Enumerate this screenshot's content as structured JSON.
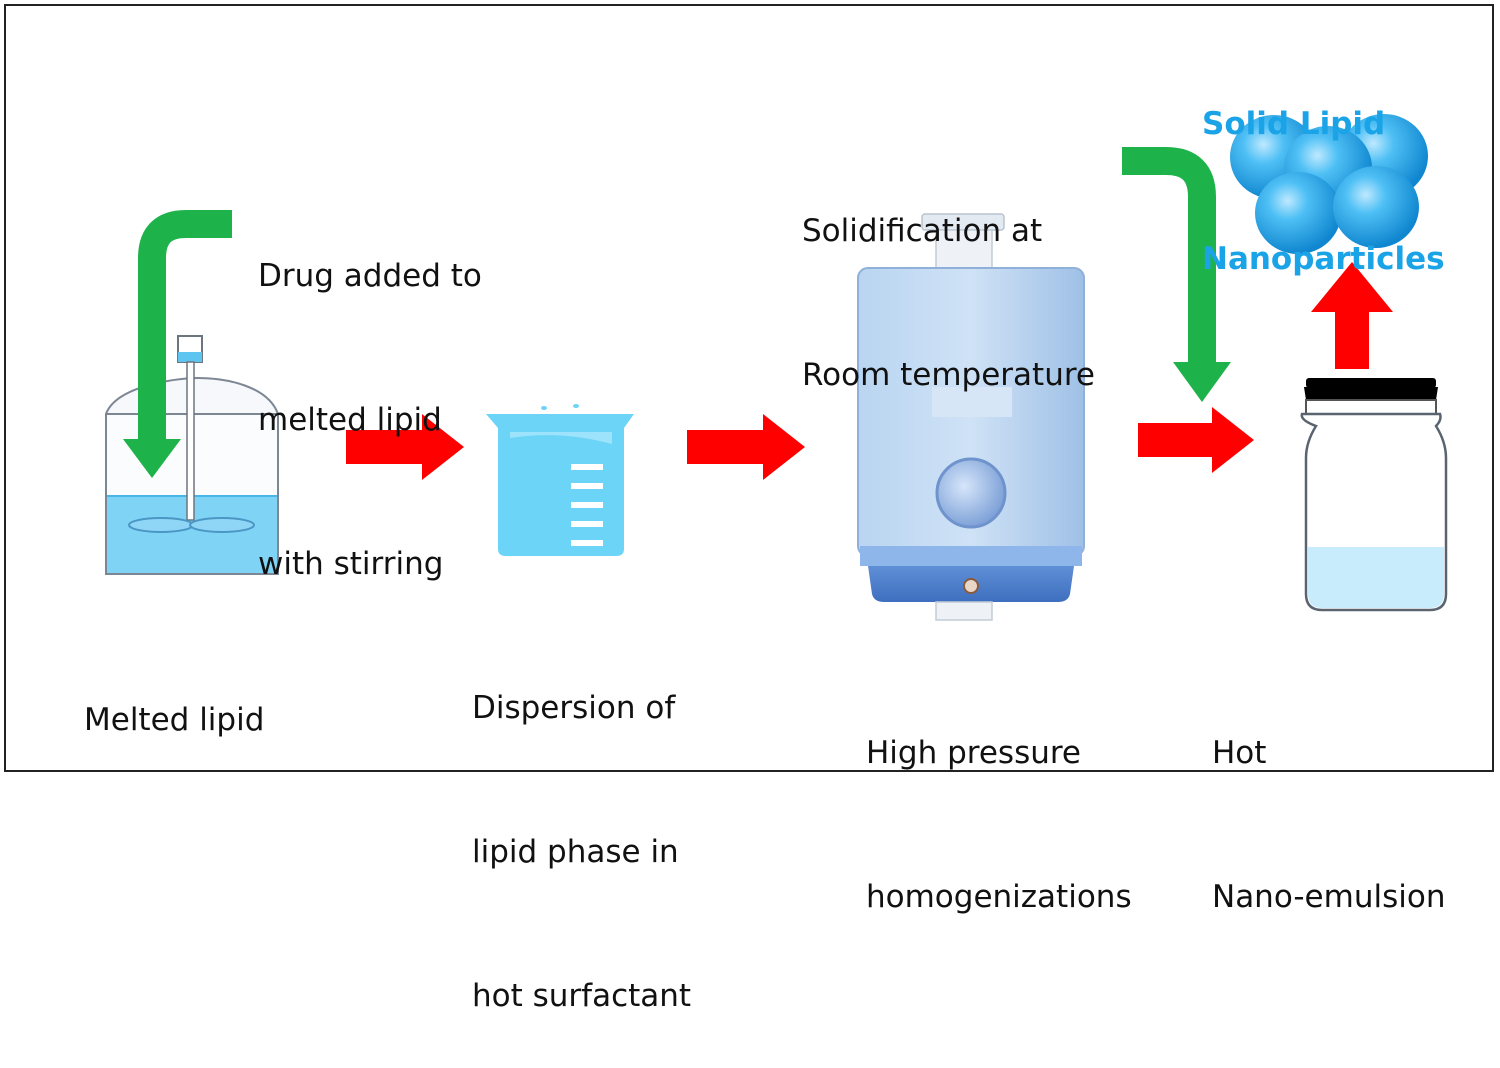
{
  "diagram": {
    "steps": {
      "drug_added": [
        "Drug added to",
        "melted lipid",
        "with stirring"
      ],
      "melted_lipid": [
        "Melted lipid"
      ],
      "dispersion": [
        "Dispersion of",
        "lipid phase in",
        "hot surfactant"
      ],
      "solidification": [
        "Solidification at",
        "Room temperature"
      ],
      "homogenization": [
        "High pressure",
        "homogenizations"
      ],
      "nano_emulsion": [
        "Hot",
        "Nano-emulsion"
      ]
    },
    "result_title": [
      "Solid Lipid",
      "Nanoparticles"
    ],
    "colors": {
      "flow_arrow": "#ff0000",
      "input_arrow": "#1db34a",
      "title": "#1aa3e6",
      "liquid": "#7fd3f5",
      "beaker": "#6cd4f7",
      "homogenizer_body": "#a9c9ec",
      "particles": "#1e9ee6"
    }
  }
}
